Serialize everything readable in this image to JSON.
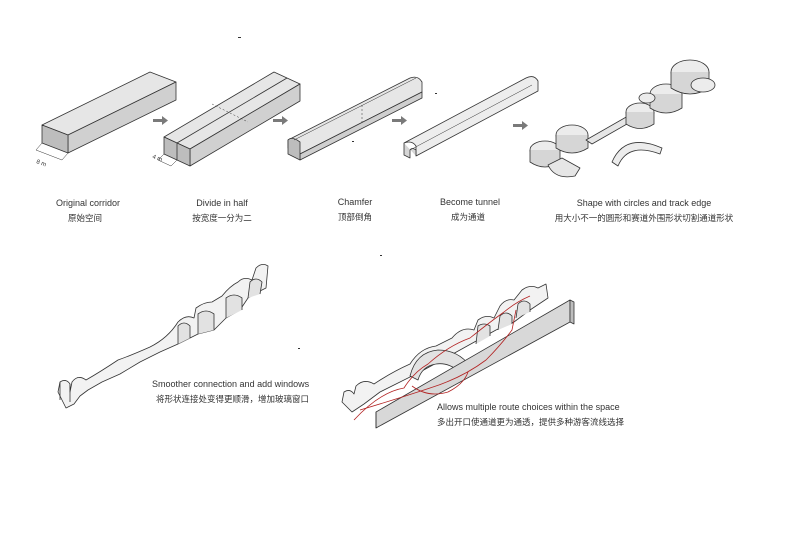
{
  "steps": [
    {
      "en": "Original corridor",
      "zh": "原始空间",
      "dimension": "8 m"
    },
    {
      "en": "Divide in half",
      "zh": "按宽度一分为二",
      "dimension": "4 m"
    },
    {
      "en": "Chamfer",
      "zh": "顶部倒角"
    },
    {
      "en": "Become tunnel",
      "zh": "成为通道"
    },
    {
      "en": "Shape with circles and track edge",
      "zh": "用大小不一的圆形和赛道外围形状切割通道形状"
    },
    {
      "en": "Smoother connection and add windows",
      "zh": "将形状连接处变得更顺滑，增加玻璃窗口"
    },
    {
      "en": "Allows multiple route choices within the space",
      "zh": "多出开口使通道更为通透，提供多种游客流线选择"
    }
  ],
  "colors": {
    "line": "#333333",
    "top_face": "#e6e6e6",
    "side_face": "#d0d0d0",
    "front_face": "#bdbdbd",
    "arrow": "#7a7a7a",
    "route": "#b22222"
  }
}
